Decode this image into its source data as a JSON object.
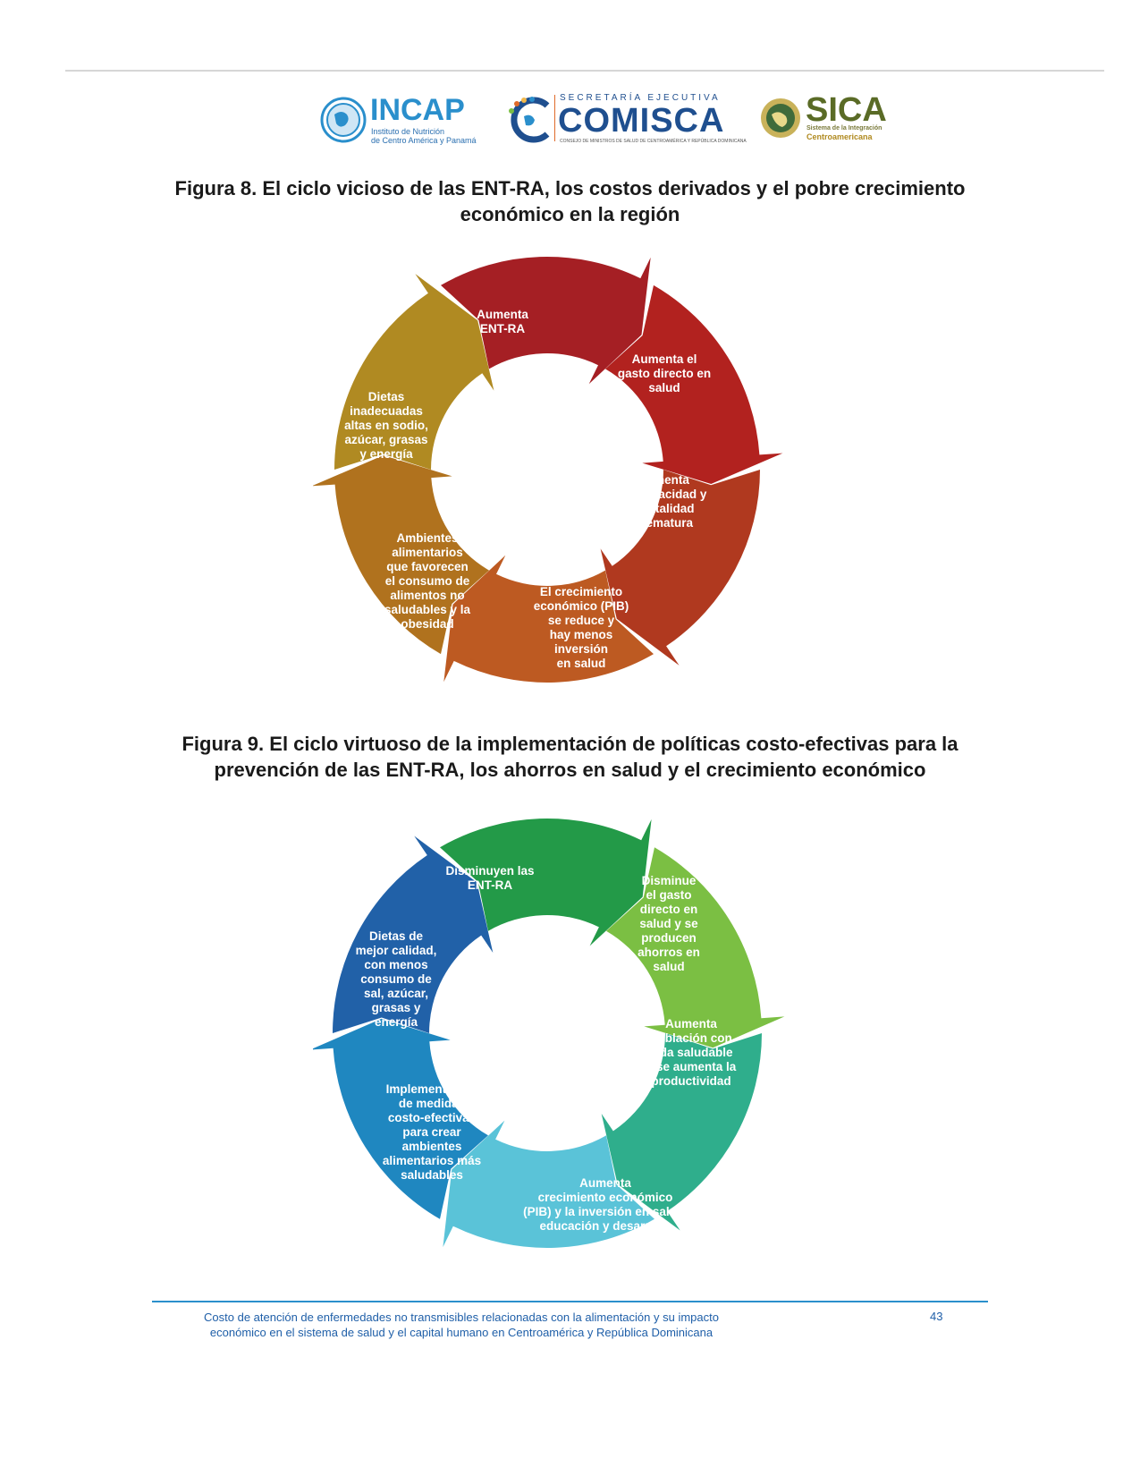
{
  "logos": {
    "incap": {
      "name": "INCAP",
      "sub1": "Instituto de Nutrición",
      "sub2": "de Centro América y Panamá"
    },
    "comisca": {
      "tagline": "SECRETARÍA EJECUTIVA",
      "name": "COMISCA",
      "fine": "CONSEJO DE MINISTROS DE SALUD DE CENTROAMÉRICA Y REPÚBLICA DOMINICANA"
    },
    "sica": {
      "name": "SICA",
      "sub1": "Sistema de la Integración",
      "sub2": "Centroamericana"
    }
  },
  "figure8": {
    "title_line1": "Figura 8. El ciclo vicioso de las ENT-RA, los costos derivados y el pobre crecimiento",
    "title_line2": "económico en la región",
    "segments": [
      {
        "lines": [
          "Aumenta",
          "ENT-RA"
        ],
        "color": "#a51f24"
      },
      {
        "lines": [
          "Aumenta el",
          "gasto directo en",
          "salud"
        ],
        "color": "#b2221f"
      },
      {
        "lines": [
          "Aumenta",
          "discapacidad y",
          "mortalidad",
          "prematura"
        ],
        "color": "#b0391f"
      },
      {
        "lines": [
          "El crecimiento",
          "económico (PIB)",
          "se reduce y",
          "hay menos",
          "inversión",
          "en salud"
        ],
        "color": "#bd5a22"
      },
      {
        "lines": [
          "Ambientes",
          "alimentarios",
          "que favorecen",
          "el consumo de",
          "alimentos no",
          "saludables y la",
          "obesidad"
        ],
        "color": "#b0721e"
      },
      {
        "lines": [
          "Dietas",
          "inadecuadas",
          "altas en sodio,",
          "azúcar, grasas",
          "y energía"
        ],
        "color": "#b08a22"
      }
    ]
  },
  "figure9": {
    "title_line1": "Figura 9. El ciclo virtuoso de la implementación de políticas costo-efectivas para la",
    "title_line2": "prevención de las ENT-RA, los ahorros en salud y el crecimiento económico",
    "segments": [
      {
        "lines": [
          "Disminuyen las",
          "ENT-RA"
        ],
        "color": "#239a48"
      },
      {
        "lines": [
          "Disminue",
          "el gasto",
          "directo en",
          "salud y se",
          "producen",
          "ahorros en",
          "salud"
        ],
        "color": "#7bbf43"
      },
      {
        "lines": [
          "Aumenta",
          "población con",
          "vida saludable",
          "y se aumenta la",
          "productividad"
        ],
        "color": "#2fae8c"
      },
      {
        "lines": [
          "Aumenta",
          "crecimiento económico",
          "(PIB) y la inversión en salud,",
          "educación y desarrollo"
        ],
        "color": "#5ac3d8"
      },
      {
        "lines": [
          "Implementación",
          "de medidas",
          "costo-efectivas",
          "para crear",
          "ambientes",
          "alimentarios más",
          "saludables"
        ],
        "color": "#1f87c0"
      },
      {
        "lines": [
          "Dietas de",
          "mejor calidad,",
          "con menos",
          "consumo de",
          "sal, azúcar,",
          "grasas y",
          "energía"
        ],
        "color": "#2161a8"
      }
    ]
  },
  "footer": {
    "line1": "Costo de atención de enfermedades no transmisibles relacionadas con la alimentación y su impacto",
    "line2": "económico en el sistema de salud y el capital humano en Centroamérica y República Dominicana",
    "page": "43"
  }
}
